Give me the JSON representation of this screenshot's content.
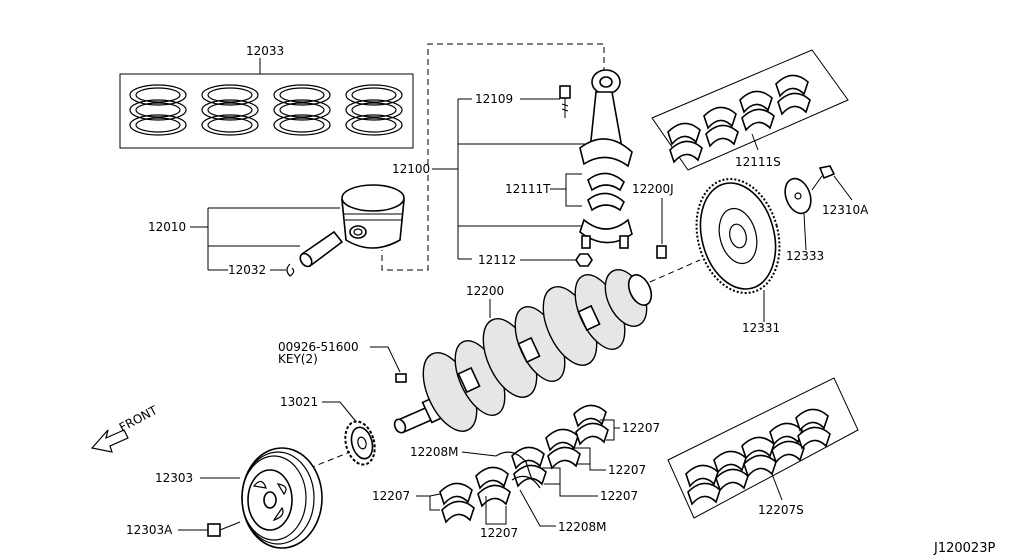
{
  "diagram_id": "J120023P",
  "front_label": "FRONT",
  "labels": {
    "piston_ring_set": "12033",
    "connecting_rod_assy": "12100",
    "rod_bolt": "12109",
    "conrod_bearing_upper": "12111T",
    "conrod_nut": "12112",
    "conrod_bearing_set": "12111S",
    "piston_assy": "12010",
    "piston_pin_snap": "12032",
    "pilot_pin": "12200J",
    "crankshaft": "12200",
    "flywheel_bolt": "12310A",
    "flywheel_plate": "12333",
    "flywheel": "12331",
    "woodruff_key_part": "00926-51600",
    "woodruff_key_qty": "KEY(2)",
    "crank_sprocket": "13021",
    "crank_pulley": "12303",
    "pulley_bolt": "12303A",
    "main_bearing_a": "12207",
    "main_bearing_b": "12207",
    "main_bearing_c": "12207",
    "main_bearing_d": "12207",
    "main_bearing_e": "12207",
    "thrust_bearing_a": "12208M",
    "thrust_bearing_b": "12208M",
    "main_bearing_set": "12207S"
  }
}
